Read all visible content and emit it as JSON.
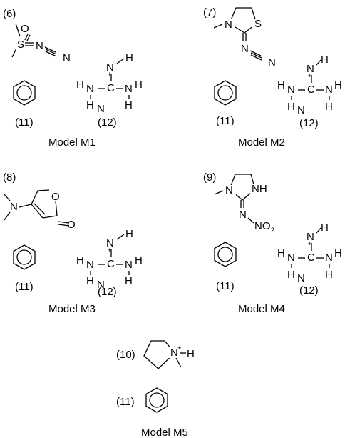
{
  "figure": {
    "models": [
      {
        "caption": "Model M1",
        "molecule_label": "(6)"
      },
      {
        "caption": "Model M2",
        "molecule_label": "(7)"
      },
      {
        "caption": "Model M3",
        "molecule_label": "(8)"
      },
      {
        "caption": "Model M4",
        "molecule_label": "(9)"
      },
      {
        "caption": "Model M5",
        "molecule_label": "(10)"
      }
    ],
    "benzene_label": "(11)",
    "guanidinium_label": "(12)"
  }
}
